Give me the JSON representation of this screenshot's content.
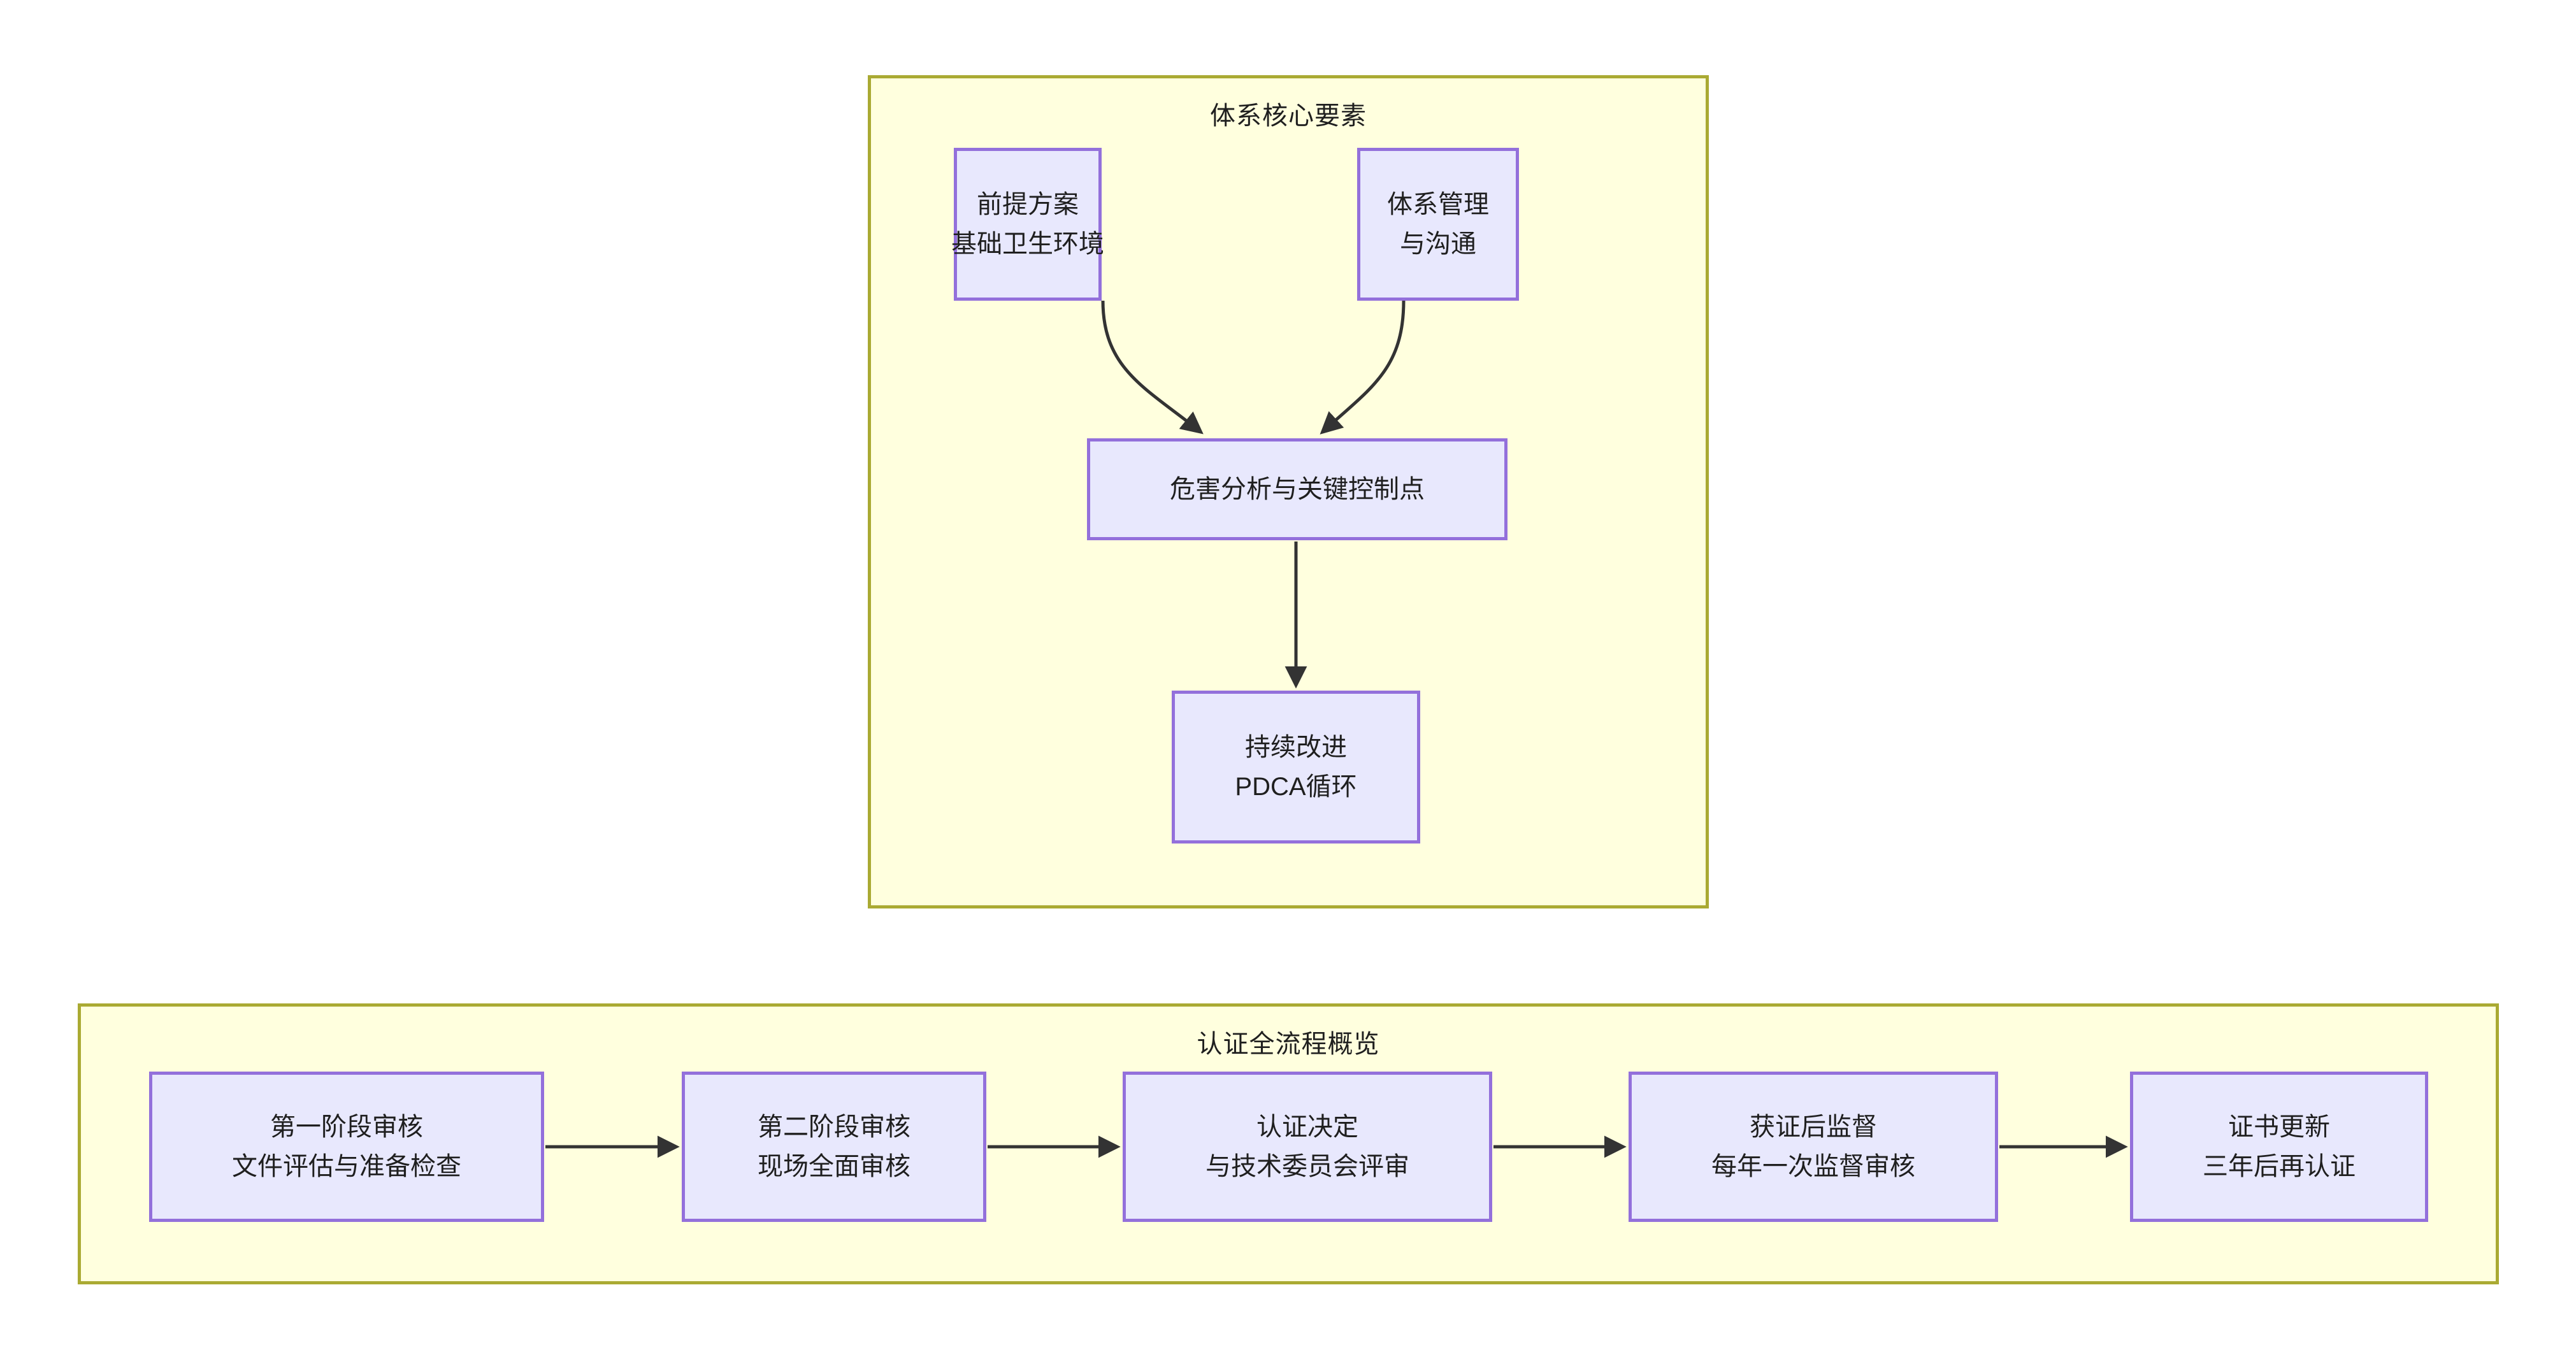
{
  "diagram": {
    "type": "flowchart",
    "background_color": "#ffffff",
    "subgraph_fill": "#ffffde",
    "subgraph_border": "#aaaa33",
    "node_fill": "#e8e8fd",
    "node_border": "#9370db",
    "edge_color": "#333333",
    "text_color": "#1f1f1f"
  },
  "groups": [
    {
      "id": "core-elements",
      "title": "体系核心要素",
      "nodes": [
        {
          "id": "prp",
          "lines": [
            "前提方案",
            "基础卫生环境"
          ]
        },
        {
          "id": "mgmt",
          "lines": [
            "体系管理",
            "与沟通"
          ]
        },
        {
          "id": "haccp",
          "lines": [
            "危害分析与关键控制点"
          ]
        },
        {
          "id": "pdca",
          "lines": [
            "持续改进",
            "PDCA循环"
          ]
        }
      ],
      "edges": [
        {
          "from": "prp",
          "to": "haccp"
        },
        {
          "from": "mgmt",
          "to": "haccp"
        },
        {
          "from": "haccp",
          "to": "pdca"
        }
      ]
    },
    {
      "id": "certification-overview",
      "title": "认证全流程概览",
      "nodes": [
        {
          "id": "stage1",
          "lines": [
            "第一阶段审核",
            "文件评估与准备检查"
          ]
        },
        {
          "id": "stage2",
          "lines": [
            "第二阶段审核",
            "现场全面审核"
          ]
        },
        {
          "id": "decision",
          "lines": [
            "认证决定",
            "与技术委员会评审"
          ]
        },
        {
          "id": "surveillance",
          "lines": [
            "获证后监督",
            "每年一次监督审核"
          ]
        },
        {
          "id": "renewal",
          "lines": [
            "证书更新",
            "三年后再认证"
          ]
        }
      ],
      "edges": [
        {
          "from": "stage1",
          "to": "stage2"
        },
        {
          "from": "stage2",
          "to": "decision"
        },
        {
          "from": "decision",
          "to": "surveillance"
        },
        {
          "from": "surveillance",
          "to": "renewal"
        }
      ]
    }
  ]
}
